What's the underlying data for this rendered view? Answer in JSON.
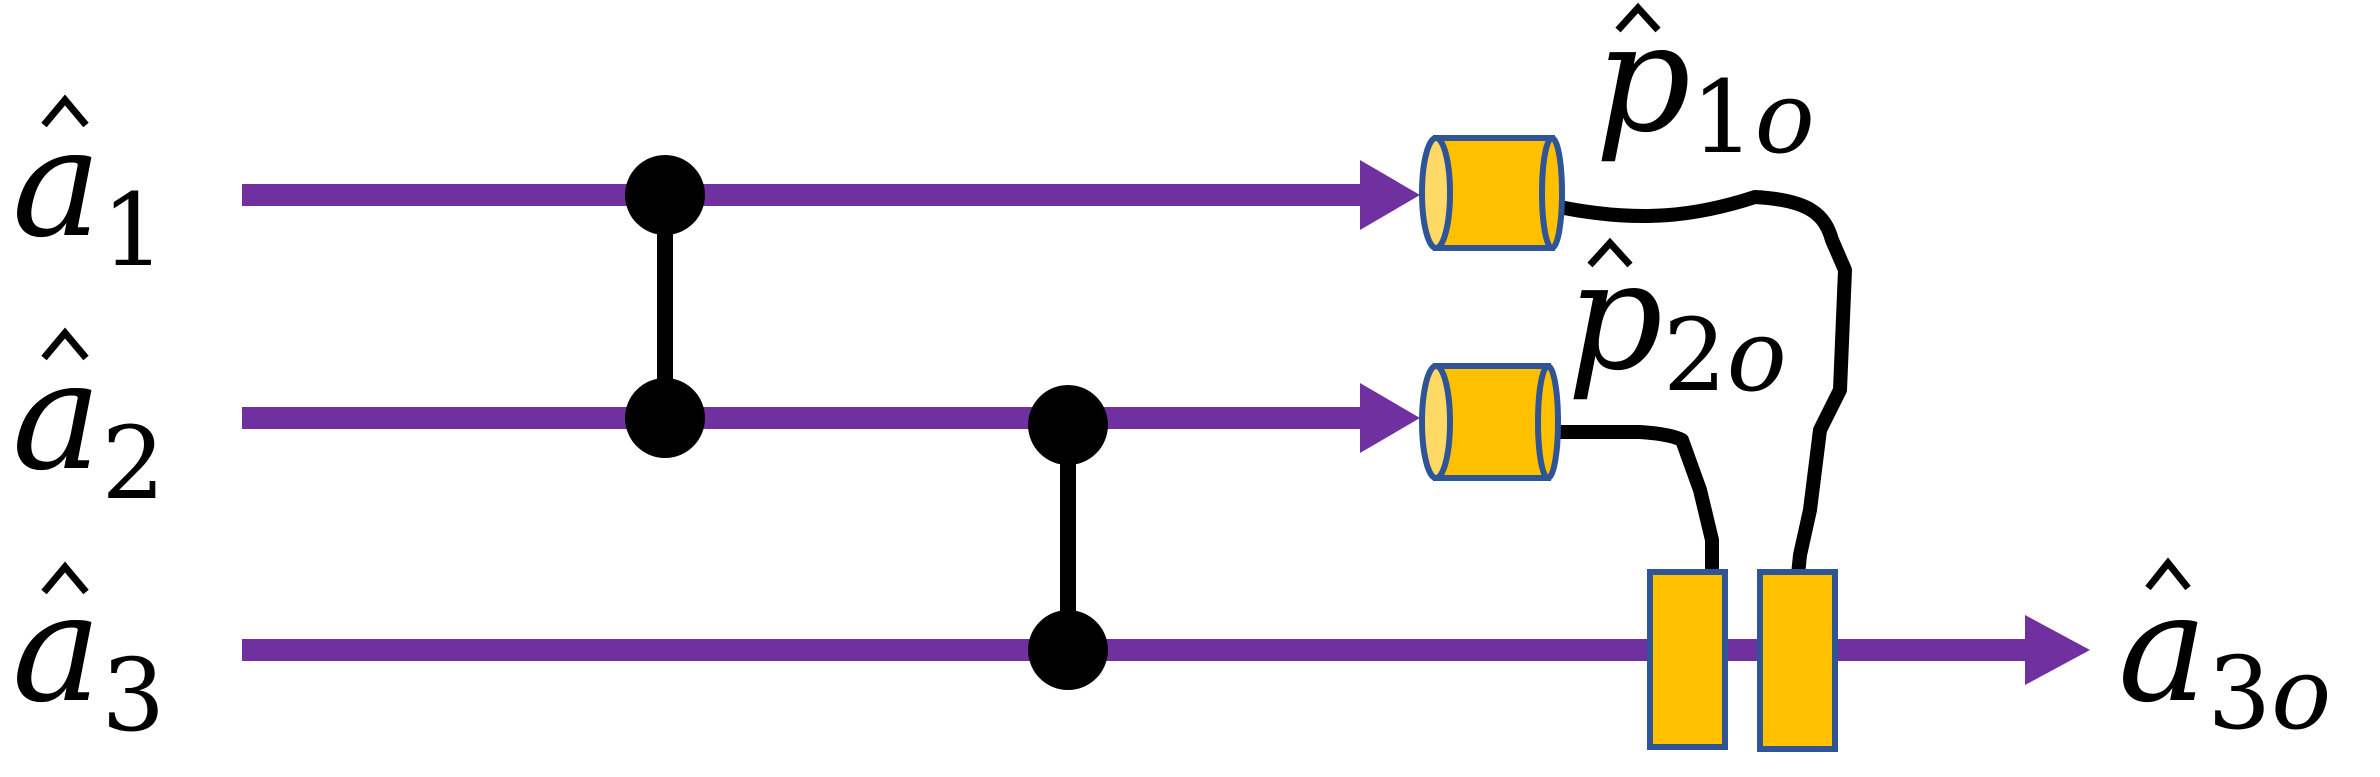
{
  "diagram": {
    "labels": {
      "input_1": {
        "base": "a",
        "sub": "1"
      },
      "input_2": {
        "base": "a",
        "sub": "2"
      },
      "input_3": {
        "base": "a",
        "sub": "3"
      },
      "output_3": {
        "base": "a",
        "sub_num": "3",
        "sub_var": "o"
      },
      "detector_1": {
        "base": "p",
        "sub_num": "1",
        "sub_var": "o"
      },
      "detector_2": {
        "base": "p",
        "sub_num": "2",
        "sub_var": "o"
      }
    },
    "colors": {
      "line": "#7030A0",
      "component_fill": "#FFC000",
      "component_border": "#2F5597",
      "detector_cap": "#FFD966",
      "wire": "#000000",
      "node": "#000000"
    }
  }
}
